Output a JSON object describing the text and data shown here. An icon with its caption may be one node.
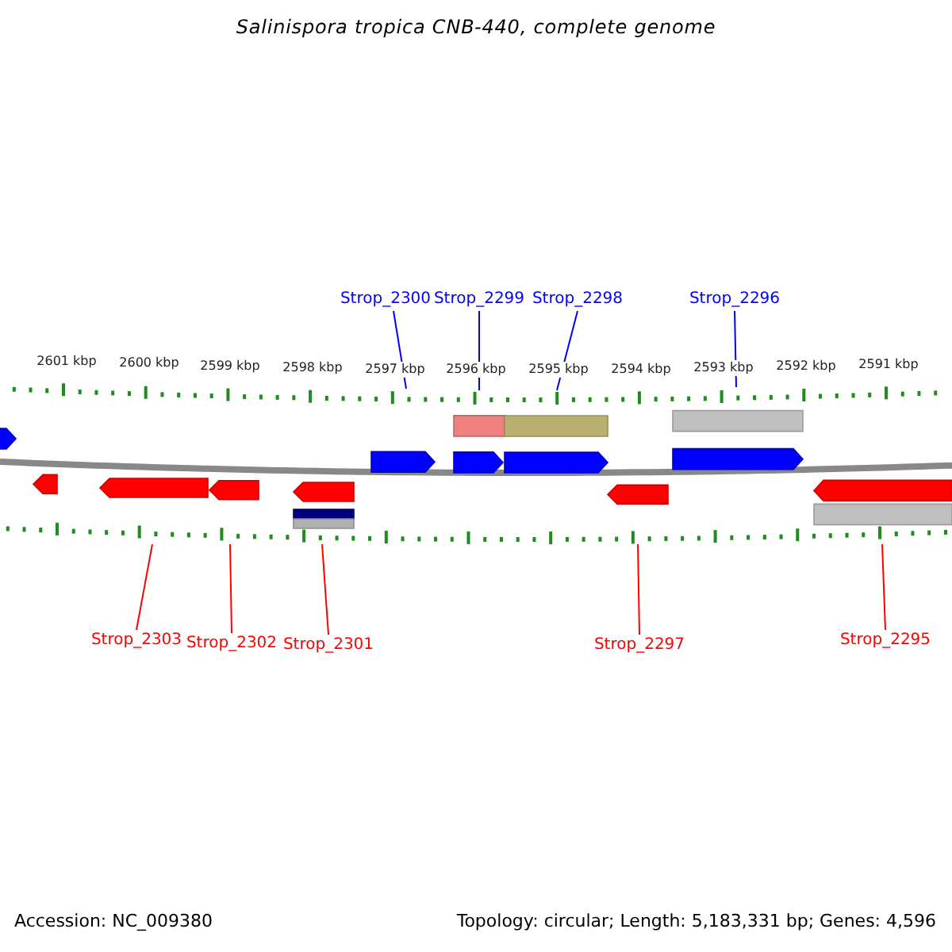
{
  "diagram": {
    "title": "Salinispora tropica CNB-440, complete genome",
    "nodes": [
      {
        "text": [
          "Strop_2300"
        ]
      },
      {
        "text": [
          "Strop_2299"
        ]
      },
      {
        "text": [
          "Strop_2298"
        ]
      },
      {
        "text": [
          "Strop_2296"
        ]
      },
      {
        "text": [
          "Strop_2303"
        ]
      },
      {
        "text": [
          "Strop_2302"
        ]
      },
      {
        "text": [
          "Strop_2301"
        ]
      },
      {
        "text": [
          "Strop_2297"
        ]
      },
      {
        "text": [
          "Strop_2295"
        ]
      },
      {
        "text": [],
        "shape": "picture"
      }
    ],
    "edges": [
      {
        "from": 0,
        "to": 9,
        "arrow": "none",
        "color": "#0000ff"
      },
      {
        "from": 1,
        "to": 9,
        "arrow": "none",
        "color": "#0000ff"
      },
      {
        "from": 2,
        "to": 9,
        "arrow": "none",
        "color": "#0000ff"
      },
      {
        "from": 3,
        "to": 9,
        "arrow": "none",
        "color": "#0000ff"
      },
      {
        "from": 4,
        "to": 9,
        "arrow": "none"
      },
      {
        "from": 5,
        "to": 9,
        "arrow": "none"
      },
      {
        "from": 6,
        "to": 9,
        "arrow": "none"
      },
      {
        "from": 7,
        "to": 9,
        "arrow": "none"
      },
      {
        "from": 8,
        "to": 9,
        "arrow": "none"
      }
    ],
    "labels": [
      "2601 kbp",
      "2600 kbp",
      "2599 kbp",
      "2598 kbp",
      "2597 kbp",
      "2596 kbp",
      "2595 kbp",
      "2594 kbp",
      "2593 kbp",
      "2592 kbp",
      "2591 kbp",
      "Accession: NC_009380",
      "Topology: circular; Length: 5,183,331 bp; Genes: 4,596"
    ]
  }
}
